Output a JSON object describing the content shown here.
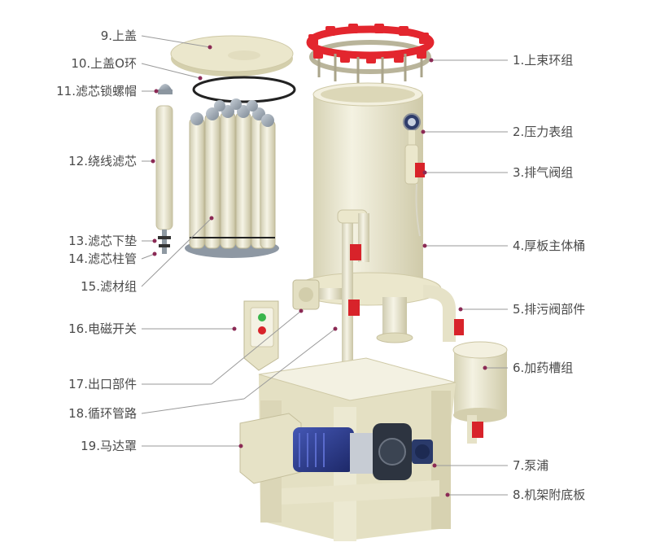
{
  "labels": {
    "l1": "1.上束环组",
    "l2": "2.压力表组",
    "l3": "3.排气阀组",
    "l4": "4.厚板主体桶",
    "l5": "5.排污阀部件",
    "l6": "6.加药槽组",
    "l7": "7.泵浦",
    "l8": "8.机架附底板",
    "l9": "9.上盖",
    "l10": "10.上盖O环",
    "l11": "11.滤芯锁螺帽",
    "l12": "12.绕线滤芯",
    "l13": "13.滤芯下垫",
    "l14": "14.滤芯柱管",
    "l15": "15.滤材组",
    "l16": "16.电磁开关",
    "l17": "17.出口部件",
    "l18": "18.循环管路",
    "l19": "19.马达罩"
  },
  "colors": {
    "body": "#efecd6",
    "body_shade": "#d9d5b8",
    "clamp_red": "#e3262e",
    "valve_red": "#d8232a",
    "motor_blue": "#2a3b8f",
    "pump_dark": "#2d3440",
    "leader": "#8a8a8a",
    "dot": "#8b2a55",
    "text": "#4a4a4a"
  }
}
